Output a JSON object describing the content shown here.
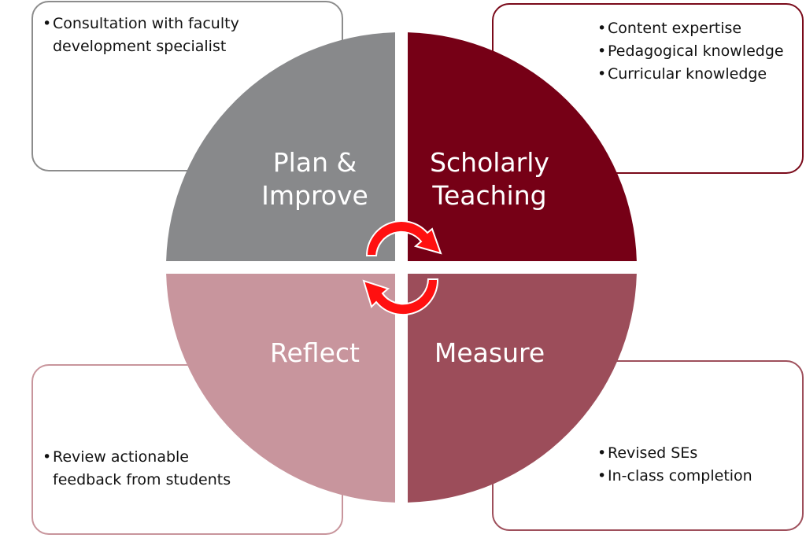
{
  "diagram": {
    "type": "cycle-wheel",
    "quadrants": [
      {
        "id": "plan-improve",
        "label": "Plan &\nImprove",
        "color": "#88898b",
        "position": "top-left",
        "notes": [
          "Consultation with faculty development specialist"
        ],
        "note_border_color": "#8c8c8c"
      },
      {
        "id": "scholarly-teaching",
        "label": "Scholarly\nTeaching",
        "color": "#760016",
        "position": "top-right",
        "notes": [
          "Content expertise",
          "Pedagogical knowledge",
          "Curricular knowledge"
        ],
        "note_border_color": "#7a0a1a"
      },
      {
        "id": "measure",
        "label": "Measure",
        "color": "#9c4d5a",
        "position": "bottom-right",
        "notes": [
          "Revised SEs",
          "In-class completion"
        ],
        "note_border_color": "#9e4f5b"
      },
      {
        "id": "reflect",
        "label": "Reflect",
        "color": "#c8959d",
        "position": "bottom-left",
        "notes": [
          "Review actionable feedback from students"
        ],
        "note_border_color": "#c8959c"
      }
    ],
    "center_icon": "circular-arrows-cycle-icon",
    "arrow_color": "#ff0000"
  },
  "boxes": {
    "tl": {
      "items": [
        "Consultation with faculty development specialist"
      ]
    },
    "tr": {
      "items": [
        "Content expertise",
        "Pedagogical knowledge",
        "Curricular knowledge"
      ]
    },
    "bl": {
      "items": [
        "Review actionable feedback from students"
      ]
    },
    "br": {
      "items": [
        "Revised SEs",
        "In-class completion"
      ]
    }
  },
  "labels": {
    "plan": "Plan &\nImprove",
    "scholarly": "Scholarly\nTeaching",
    "reflect": "Reflect",
    "measure": "Measure"
  }
}
